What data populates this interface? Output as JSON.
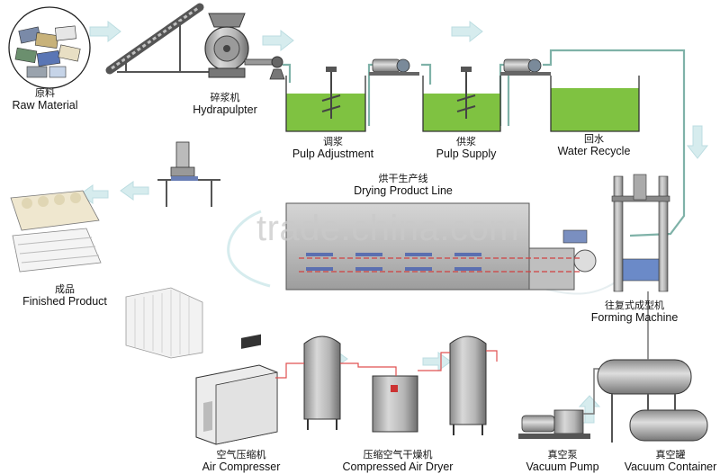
{
  "labels": {
    "raw_material": {
      "zh": "原料",
      "en": "Raw Material"
    },
    "hydrapulpter": {
      "zh": "碎浆机",
      "en": "Hydrapulpter"
    },
    "pulp_adjustment": {
      "zh": "调浆",
      "en": "Pulp Adjustment"
    },
    "pulp_supply": {
      "zh": "供浆",
      "en": "Pulp Supply"
    },
    "water_recycle": {
      "zh": "回水",
      "en": "Water Recycle"
    },
    "drying_line": {
      "zh": "烘干生产线",
      "en": "Drying Product Line"
    },
    "finished_product": {
      "zh": "成品",
      "en": "Finished Product"
    },
    "forming_machine": {
      "zh": "往复式成型机",
      "en": "Forming Machine"
    },
    "air_compressor": {
      "zh": "空气压缩机",
      "en": "Air Compresser"
    },
    "air_dryer": {
      "zh": "压缩空气干燥机",
      "en": "Compressed Air Dryer"
    },
    "vacuum_pump": {
      "zh": "真空泵",
      "en": "Vacuum Pump"
    },
    "vacuum_container": {
      "zh": "真空罐",
      "en": "Vacuum Container"
    }
  },
  "watermark": "trade.china.com",
  "colors": {
    "tank_water": "#7fc241",
    "pipe": "#8fb8ae",
    "air_pipe": "#e05050",
    "flow_arrow": "#cfe7ea",
    "equipment": "#6f6f6f"
  }
}
